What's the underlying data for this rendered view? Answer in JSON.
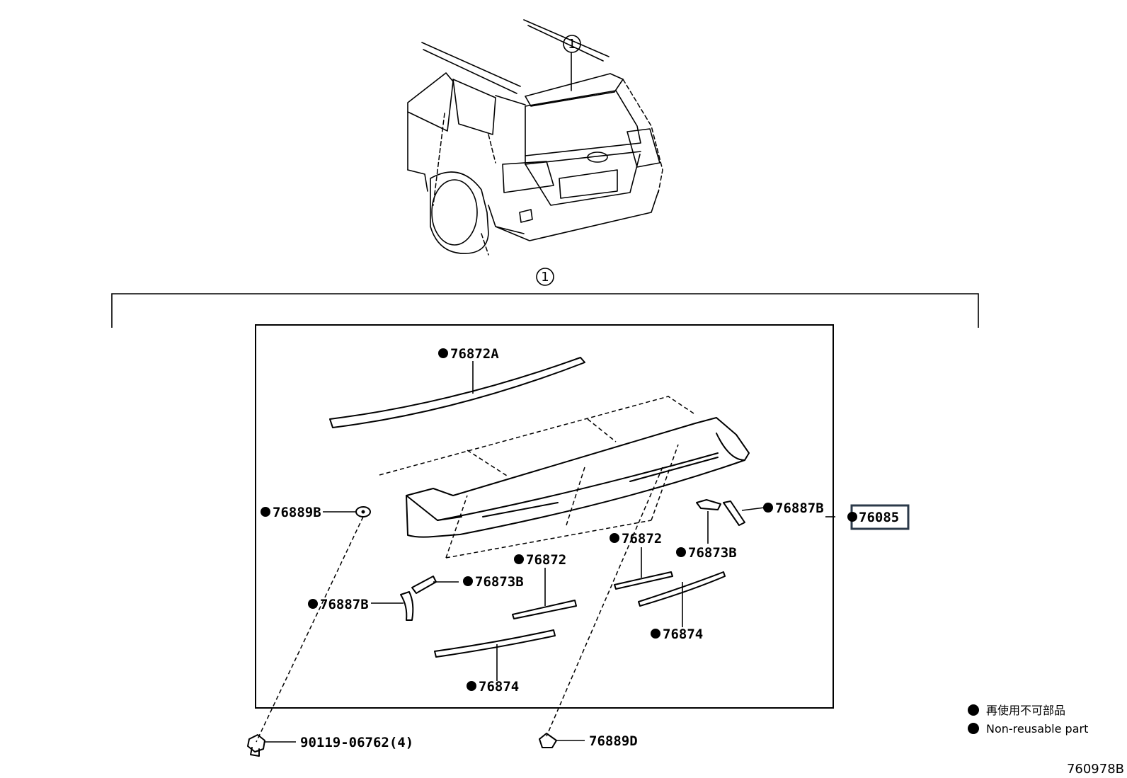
{
  "diagram": {
    "ref_circle": "1",
    "parts": [
      {
        "id": "p76872A",
        "code": "76872A",
        "non_reusable": true
      },
      {
        "id": "p76889B",
        "code": "76889B",
        "non_reusable": true
      },
      {
        "id": "p76887B_r",
        "code": "76887B",
        "non_reusable": true
      },
      {
        "id": "p76085",
        "code": "76085",
        "non_reusable": true
      },
      {
        "id": "p76872_r",
        "code": "76872",
        "non_reusable": true
      },
      {
        "id": "p76873B_r",
        "code": "76873B",
        "non_reusable": true
      },
      {
        "id": "p76872_l",
        "code": "76872",
        "non_reusable": true
      },
      {
        "id": "p76873B_l",
        "code": "76873B",
        "non_reusable": true
      },
      {
        "id": "p76887B_l",
        "code": "76887B",
        "non_reusable": true
      },
      {
        "id": "p76874_r",
        "code": "76874",
        "non_reusable": true
      },
      {
        "id": "p76874_l",
        "code": "76874",
        "non_reusable": true
      },
      {
        "id": "p90119",
        "code": "90119-06762(4)",
        "non_reusable": false
      },
      {
        "id": "p76889D",
        "code": "76889D",
        "non_reusable": false
      }
    ],
    "legend": {
      "line1": "再使用不可部品",
      "line2": "Non-reusable part"
    },
    "figure_id": "760978B"
  },
  "colors": {
    "line": "#000000",
    "highlight_box": "#2b3a4a"
  }
}
